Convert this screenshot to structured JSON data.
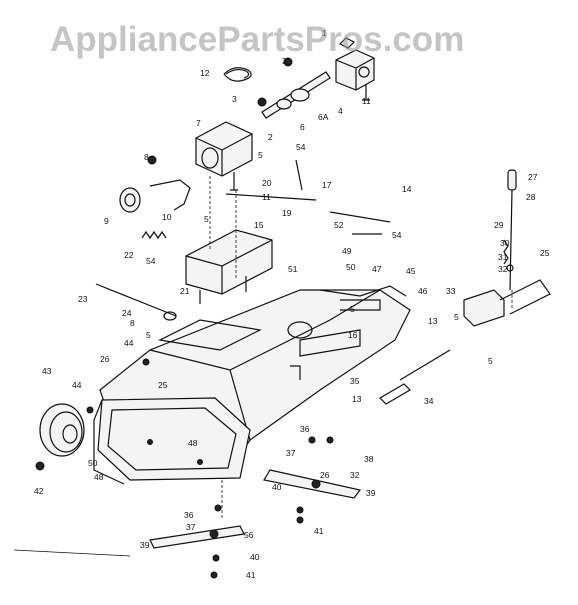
{
  "watermark": "AppliancePartsPros.com",
  "callouts": [
    "1",
    "2",
    "3",
    "4",
    "5",
    "6",
    "6A",
    "7",
    "8",
    "9",
    "10",
    "11",
    "12",
    "13",
    "14",
    "15",
    "16",
    "17",
    "19",
    "20",
    "21",
    "22",
    "23",
    "24",
    "25",
    "26",
    "27",
    "28",
    "29",
    "30",
    "31",
    "32",
    "33",
    "34",
    "35",
    "36",
    "37",
    "38",
    "39",
    "40",
    "41",
    "42",
    "43",
    "44",
    "45",
    "46",
    "47",
    "48",
    "49",
    "50",
    "51",
    "52",
    "54",
    "56"
  ]
}
